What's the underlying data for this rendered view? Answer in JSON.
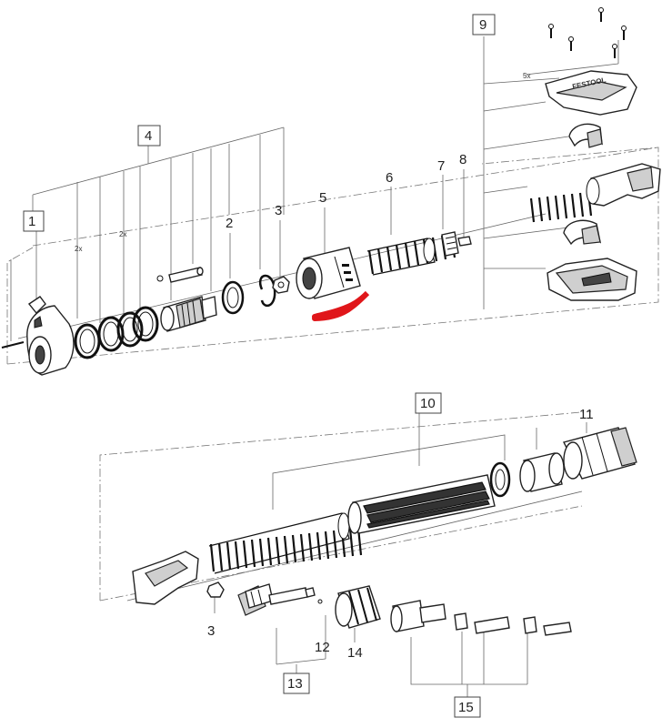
{
  "callouts": {
    "c1": "1",
    "c2": "2",
    "c3_top": "3",
    "c4": "4",
    "c5": "5",
    "c6": "6",
    "c7": "7",
    "c8": "8",
    "c9": "9",
    "c10": "10",
    "c11": "11",
    "c3_bottom": "3",
    "c12": "12",
    "c13": "13",
    "c14": "14",
    "c15": "15"
  },
  "qty_marks": {
    "q1": "2x",
    "q2": "2x",
    "q3": "5x"
  },
  "handle_brand": "FESTOOL",
  "highlight_color": "#e0161a",
  "line_color": "#222222"
}
